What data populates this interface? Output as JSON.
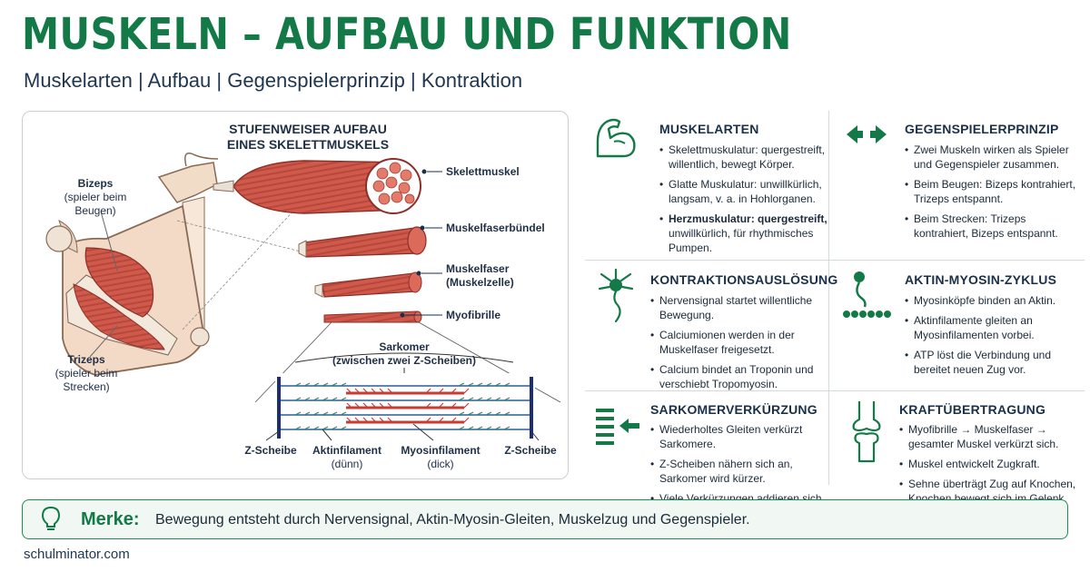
{
  "header": {
    "title": "MUSKELN – AUFBAU UND FUNKTION",
    "subtitle": "Muskelarten | Aufbau | Gegenspielerprinzip | Kontraktion"
  },
  "diagram": {
    "heading_line1": "STUFENWEISER AUFBAU",
    "heading_line2": "EINES SKELETTMUSKELS",
    "bizeps_name": "Bizeps",
    "bizeps_note1": "(spieler beim",
    "bizeps_note2": "Beugen)",
    "trizeps_name": "Trizeps",
    "trizeps_note1": "(spieler beim",
    "trizeps_note2": "Strecken)",
    "label_skelettmuskel": "Skelettmuskel",
    "label_muskelfaserbuendel": "Muskelfaserbündel",
    "label_muskelfaser1": "Muskelfaser",
    "label_muskelfaser2": "(Muskelzelle)",
    "label_myofibrille": "Myofibrille",
    "sarkomer_line1": "Sarkomer",
    "sarkomer_line2": "(zwischen zwei Z-Scheiben)",
    "zscheibe_left": "Z-Scheibe",
    "zscheibe_right": "Z-Scheibe",
    "aktin_line1": "Aktinfilament",
    "aktin_line2": "(dünn)",
    "myosin_line1": "Myosinfilament",
    "myosin_line2": "(dick)"
  },
  "cards": {
    "muskelarten": {
      "title": "MUSKELARTEN",
      "items": [
        [
          "Skelettmuskulatur: quergestreift,",
          "willentlich, bewegt Körper."
        ],
        [
          "Glatte Muskulatur: unwillkürlich,",
          "langsam, v. a. in Hohlorganen."
        ],
        [
          "Herzmuskulatur: quergestreift,",
          "unwillkürlich, für rhythmisches",
          "Pumpen."
        ]
      ]
    },
    "gegenspieler": {
      "title": "GEGENSPIELERPRINZIP",
      "items": [
        [
          "Zwei Muskeln wirken als Spieler",
          "und Gegenspieler zusammen."
        ],
        [
          "Beim Beugen: Bizeps kontrahiert,",
          "Trizeps entspannt."
        ],
        [
          "Beim Strecken: Trizeps",
          "kontrahiert, Bizeps entspannt."
        ]
      ]
    },
    "kontraktion": {
      "title": "KONTRAKTIONSAUSLÖSUNG",
      "items": [
        [
          "Nervensignal startet willentliche",
          "Bewegung."
        ],
        [
          "Calciumionen werden in der",
          "Muskelfaser freigesetzt."
        ],
        [
          "Calcium bindet an Troponin und",
          "verschiebt Tropomyosin."
        ]
      ]
    },
    "aktin_myosin": {
      "title": "AKTIN-MYOSIN-ZYKLUS",
      "items": [
        [
          "Myosinköpfe binden an Aktin."
        ],
        [
          "Aktinfilamente gleiten an",
          "Myosinfilamenten vorbei."
        ],
        [
          "ATP löst die Verbindung und",
          "bereitet neuen Zug vor."
        ]
      ]
    },
    "sarkomer": {
      "title": "SARKOMERVERKÜRZUNG",
      "items": [
        [
          "Wiederholtes Gleiten verkürzt",
          "Sarkomere."
        ],
        [
          "Z-Scheiben nähern sich an,",
          "Sarkomer wird kürzer."
        ],
        [
          "Viele Verkürzungen addieren sich."
        ]
      ]
    },
    "kraft": {
      "title": "KRAFTÜBERTRAGUNG",
      "items": [
        [
          "Myofibrille → Muskelfaser →",
          "gesamter Muskel verkürzt sich."
        ],
        [
          "Muskel entwickelt Zugkraft."
        ],
        [
          "Sehne überträgt Zug auf Knochen,",
          "Knochen bewegt sich im Gelenk."
        ]
      ]
    }
  },
  "merke": {
    "label": "Merke:",
    "text": "Bewegung entsteht durch Nervensignal, Aktin-Myosin-Gleiten, Muskelzug und Gegenspieler."
  },
  "footer": {
    "site": "schulminator.com"
  },
  "colors": {
    "accent": "#137a47",
    "navy": "#1a3049",
    "muscle": "#c7473d"
  },
  "icons": [
    "flexed-arm-icon",
    "double-arrow-icon",
    "neuron-icon",
    "actin-myosin-icon",
    "sarcomere-shortening-icon",
    "knee-joint-icon",
    "lightbulb-icon"
  ]
}
